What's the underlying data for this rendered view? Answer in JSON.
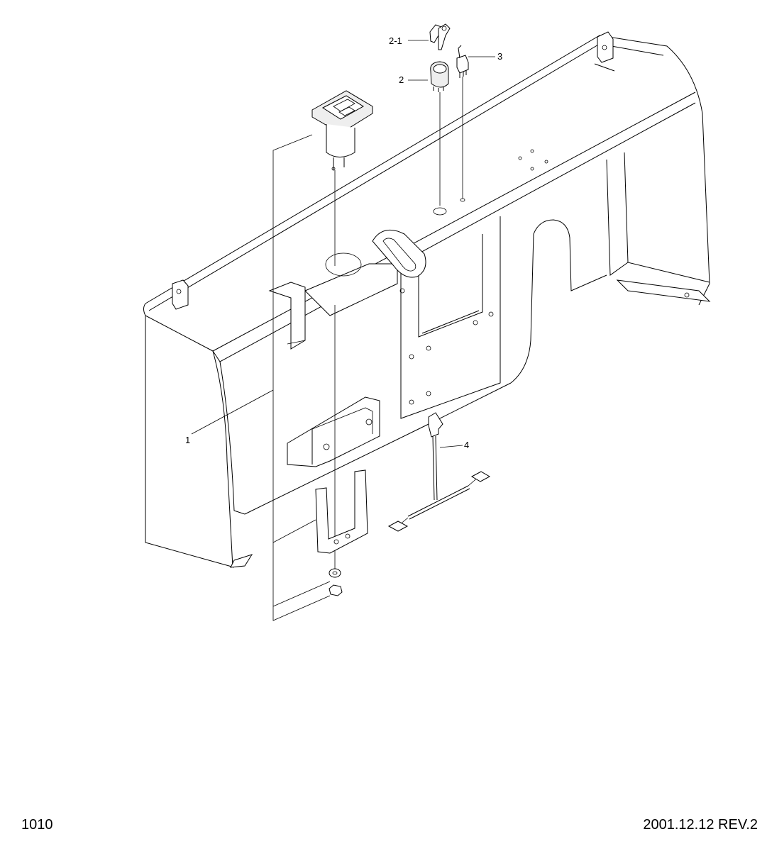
{
  "diagram": {
    "callouts": {
      "part_1": "1",
      "part_2": "2",
      "part_2_1": "2-1",
      "part_3": "3",
      "part_4": "4"
    }
  },
  "footer": {
    "page_number": "1010",
    "revision": "2001.12.12 REV.2"
  }
}
